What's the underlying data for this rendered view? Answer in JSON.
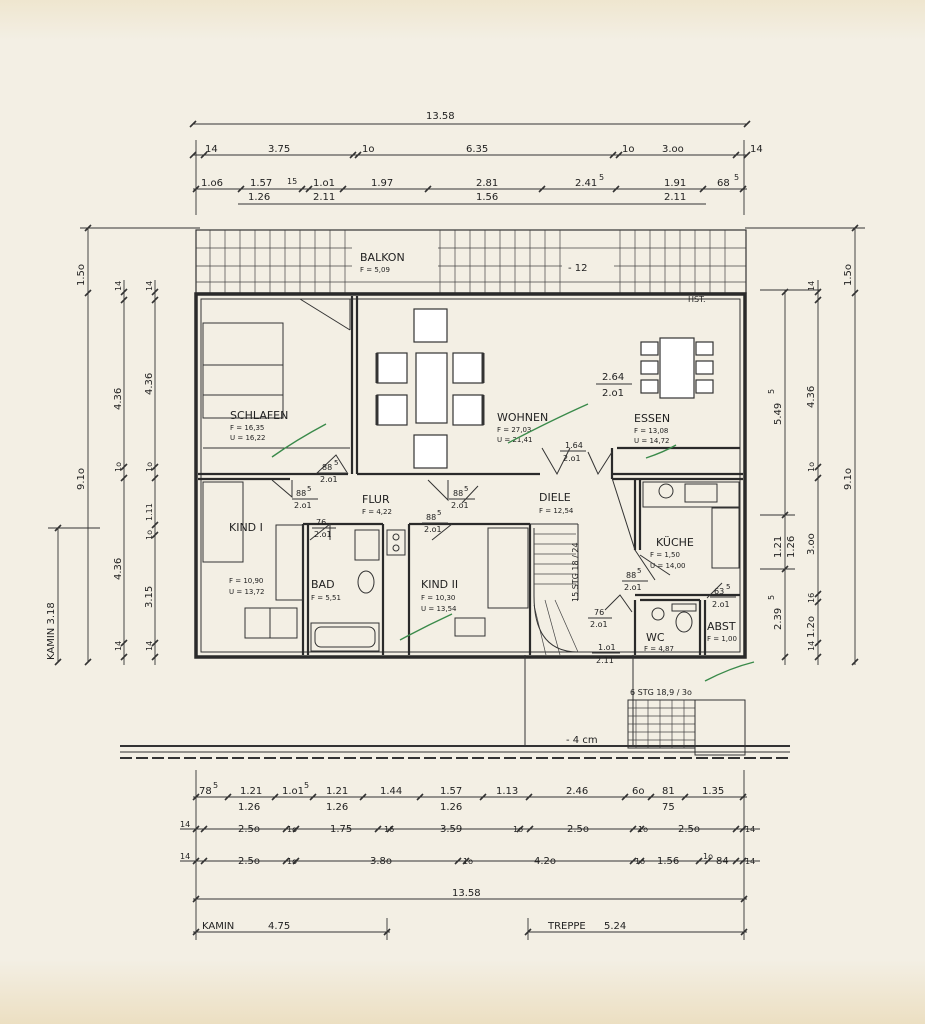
{
  "rooms": {
    "balkon": {
      "name": "BALKON",
      "area": "F = 5,09"
    },
    "schlafen": {
      "name": "SCHLAFEN",
      "f": "F = 16,35",
      "u": "U = 16,22"
    },
    "wohnen": {
      "name": "WOHNEN",
      "f": "F = 27,03",
      "u": "U = 21,41"
    },
    "essen": {
      "name": "ESSEN",
      "f": "F = 13,08",
      "u": "U = 14,72"
    },
    "flur": {
      "name": "FLUR",
      "f": "F = 4,22"
    },
    "diele": {
      "name": "DIELE",
      "f": "F = 12,54"
    },
    "kind1": {
      "name": "KIND I",
      "f": "F = 10,90",
      "u": "U = 13,72"
    },
    "bad": {
      "name": "BAD",
      "f": "F = 5,51"
    },
    "kind2": {
      "name": "KIND II",
      "f": "F = 10,30",
      "u": "U = 13,54"
    },
    "kueche": {
      "name": "KÜCHE",
      "f": "F = 1,50",
      "u": "U = 14,00"
    },
    "wc": {
      "name": "WC",
      "f": "F = 4,87"
    },
    "abst": {
      "name": "ABST",
      "f": "F = 1,00"
    }
  },
  "annotations": {
    "minus12": "- 12",
    "minus4cm": "- 4 cm",
    "hst": "HST.",
    "stairs_main": "15 STG 18 / 24",
    "stairs_entry": "6 STG   18,9 / 3o",
    "kamin_side": "KAMIN   3.18",
    "kamin_bottom": "KAMIN",
    "kamin_bottom_val": "4.75",
    "treppe_bottom": "TREPPE",
    "treppe_bottom_val": "5.24"
  },
  "door_labels": {
    "wohnen_essen_a": "2.64",
    "wohnen_essen_b": "2.o1",
    "wohnen_diele_a": "1.64",
    "wohnen_diele_b": "2.o1",
    "schlafen_a": "88",
    "schlafen_sup": "5",
    "schlafen_b": "2.o1",
    "flur_a": "88",
    "flur_sup": "5",
    "flur_b": "2.o1",
    "diele_a": "88",
    "diele_sup": "5",
    "diele_b": "2.o1",
    "kind1_a": "76",
    "kind1_b": "2.o1",
    "kind2_a": "88",
    "kind2_sup": "5",
    "kind2_b": "2.o1",
    "kueche_a": "88",
    "kueche_sup": "5",
    "kueche_b": "2.o1",
    "wc_a": "76",
    "wc_b": "2.o1",
    "abst_a": "63",
    "abst_sup": "5",
    "abst_b": "2.o1",
    "entry_a": "1.o1",
    "entry_b": "2.11"
  },
  "top_dims": {
    "total": "13.58",
    "r1": [
      "14",
      "3.75",
      "1o",
      "6.35",
      "1o",
      "3.oo",
      "14"
    ],
    "r2a": [
      "1.o6",
      "1.57",
      "15",
      "1.o1",
      "1.97",
      "2.81",
      "2.41",
      "5",
      "1.91",
      "68",
      "5"
    ],
    "r2b": [
      "1.26",
      "2.11",
      "1.56",
      "2.11"
    ]
  },
  "bottom_dims": {
    "r1a": [
      "78",
      "5",
      "1.21",
      "1.o1",
      "5",
      "1.21",
      "1.44",
      "1.57",
      "1.13",
      "2.46",
      "6o",
      "81",
      "1.35"
    ],
    "r1b": [
      "1.26",
      "1.26",
      "1.26",
      "75"
    ],
    "r2": [
      "14",
      "2.5o",
      "1o",
      "1.75",
      "16",
      "3.59",
      "1o",
      "2.5o",
      "1o",
      "2.5o",
      "14"
    ],
    "r3": [
      "14",
      "2.5o",
      "1o",
      "3.8o",
      "1o",
      "4.2o",
      "1o",
      "1.56",
      "1o",
      "84",
      "14"
    ],
    "total": "13.58"
  },
  "left_dims": {
    "outer": [
      "1.5o",
      "9.1o"
    ],
    "a": [
      "14",
      "4.36",
      "1o",
      "4.36",
      "14"
    ],
    "b": [
      "14",
      "4.36",
      "1o",
      "1.11",
      "1o",
      "3.15",
      "14"
    ]
  },
  "right_dims": {
    "outer": [
      "1.5o",
      "9.1o"
    ],
    "a": [
      "14",
      "4.36",
      "1o",
      "3.oo",
      "16",
      "1.2o",
      "14"
    ],
    "b": [
      "5.49",
      "5",
      "1.21",
      "1.26",
      "2.39",
      "5"
    ]
  }
}
